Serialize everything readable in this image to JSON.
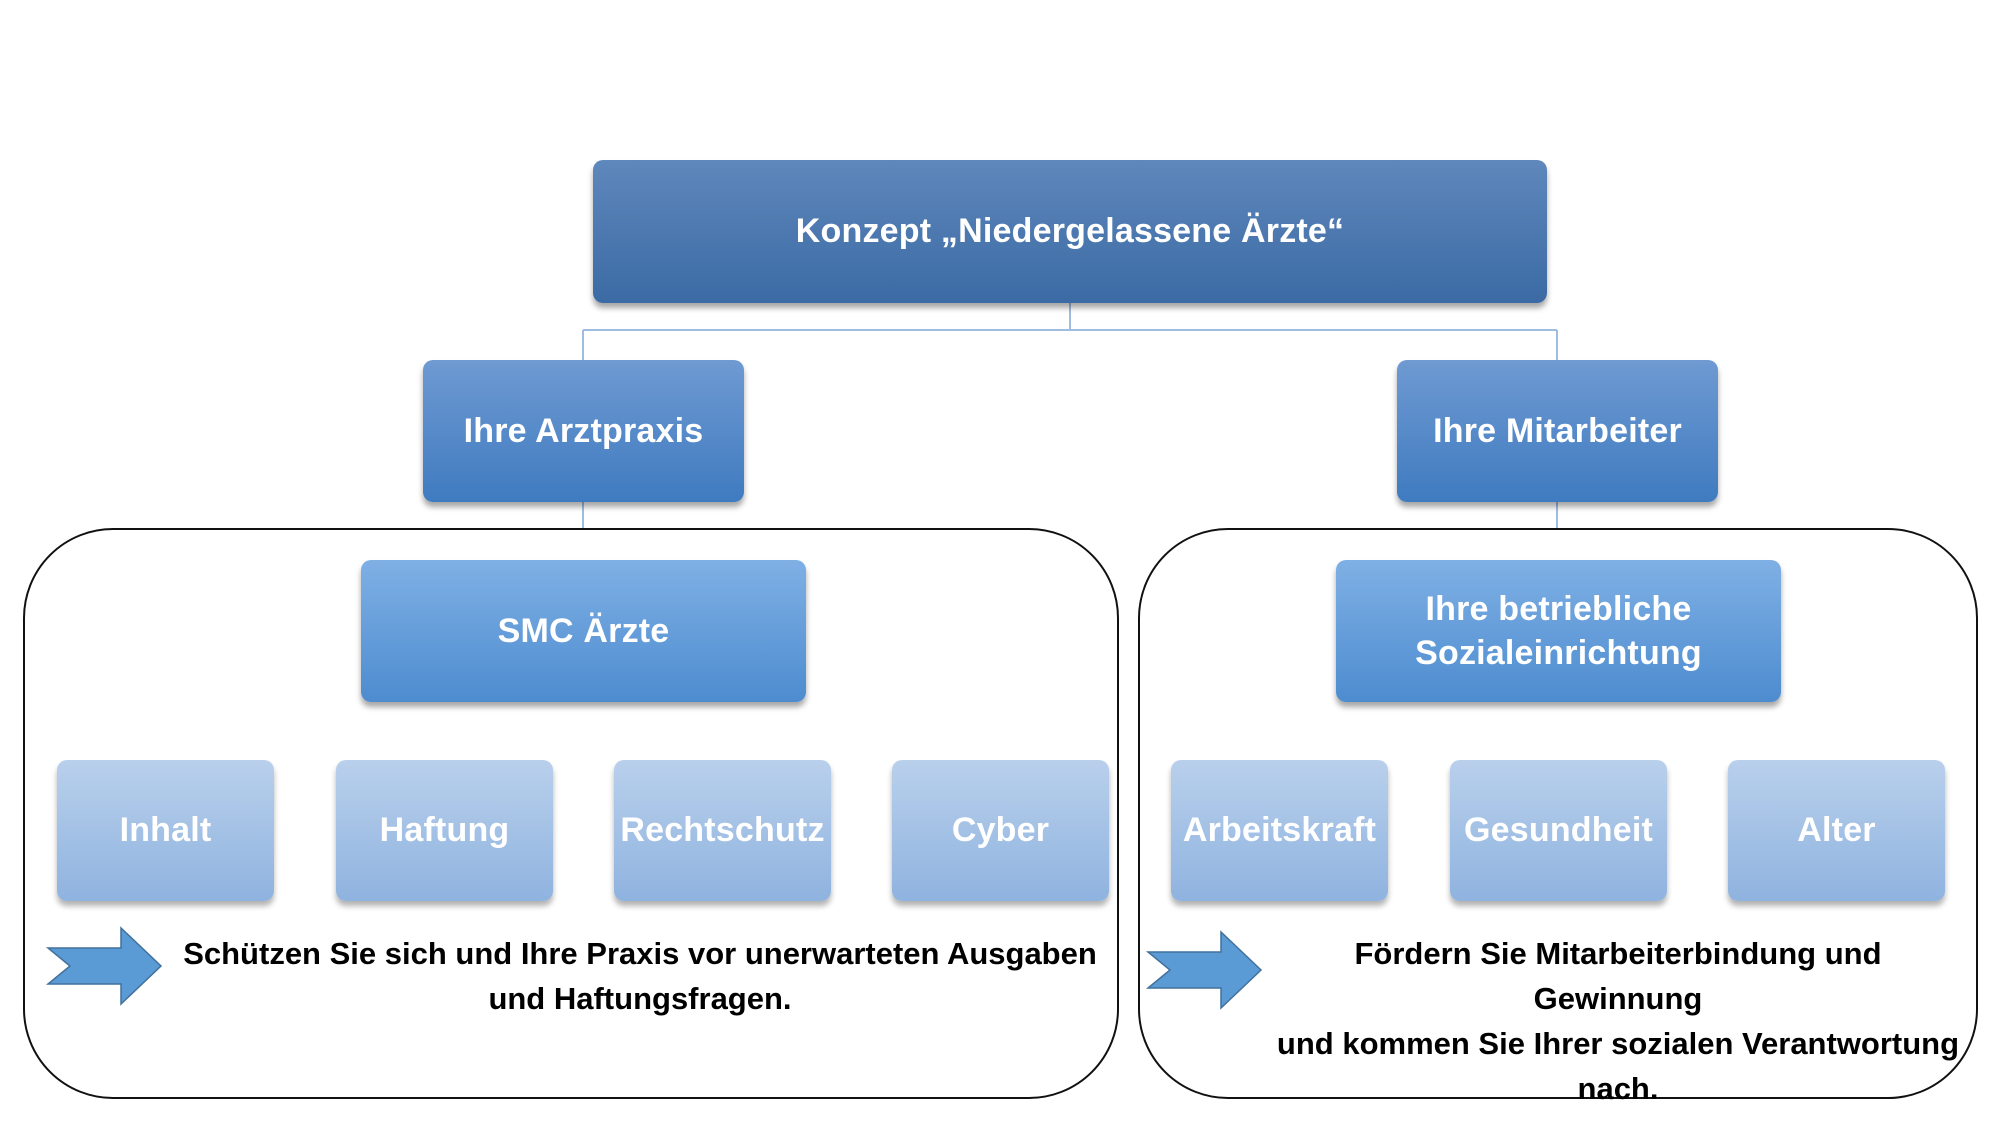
{
  "root": {
    "label": "Konzept „Niedergelassene Ärzte“"
  },
  "branches": [
    {
      "label": "Ihre Arztpraxis",
      "product": {
        "label": "SMC Ärzte"
      },
      "items": [
        "Inhalt",
        "Haftung",
        "Rechtschutz",
        "Cyber"
      ],
      "message": [
        "Schützen Sie sich und Ihre Praxis vor unerwarteten Ausgaben",
        "und Haftungsfragen."
      ]
    },
    {
      "label": "Ihre Mitarbeiter",
      "product": {
        "label": [
          "Ihre betriebliche",
          "Sozialeinrichtung"
        ]
      },
      "items": [
        "Arbeitskraft",
        "Gesundheit",
        "Alter"
      ],
      "message": [
        "Fördern Sie Mitarbeiterbindung und Gewinnung",
        "und kommen Sie Ihrer sozialen Verantwortung",
        "nach."
      ]
    }
  ],
  "colors": {
    "connector": "#9fbde0",
    "arrow_fill": "#5b9bd5",
    "arrow_stroke": "#41719c"
  },
  "icons": {
    "message_marker": "right-arrow-icon"
  }
}
